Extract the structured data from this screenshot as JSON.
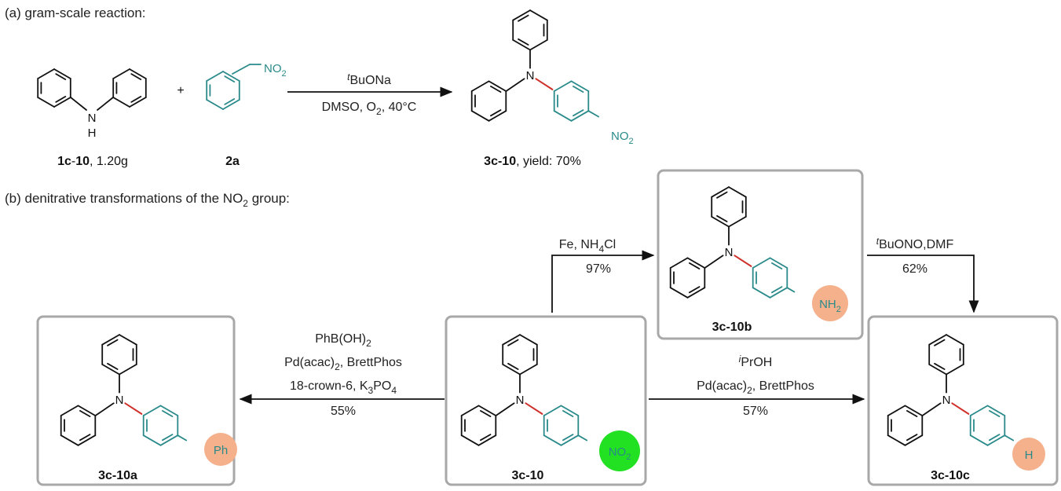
{
  "sections": {
    "a": {
      "prefix": "(a) gram-scale reaction:"
    },
    "b": {
      "prefix": "(b) denitrative transformations of the NO",
      "sub": "2",
      "suffix": " group:"
    }
  },
  "scheme_a": {
    "plus": "+",
    "amine_label": {
      "bold": "1c",
      "mid": "-",
      "bold2": "10",
      "rest": ", 1.20g"
    },
    "nitro_label": {
      "bold": "2a"
    },
    "product_label": {
      "bold": "3c-10",
      "rest": ", yield: 70%"
    },
    "reagent_sup": "t",
    "reagent": "BuONa",
    "conditions": {
      "t1": "DMSO, O",
      "s1": "2",
      "t2": ", 40°C"
    }
  },
  "scheme_b": {
    "reduction": {
      "t1": "Fe, NH",
      "s1": "4",
      "t2": "Cl",
      "yield": "97%"
    },
    "deamination": {
      "sup": "t",
      "t1": "BuONO,DMF",
      "yield": "62%"
    },
    "arylation": {
      "line1": "PhB(OH)",
      "line1_sub": "2",
      "line2": "Pd(acac)",
      "line2_sub": "2",
      "line2_rest": ", BrettPhos",
      "line3": "18-crown-6, K",
      "line3_sub": "3",
      "line3_rest": "PO",
      "line3_sub2": "4",
      "yield": "55%"
    },
    "hydrogenation": {
      "sup": "i",
      "line1": "PrOH",
      "line2": "Pd(acac)",
      "line2_sub": "2",
      "line2_rest": ", BrettPhos",
      "yield": "57%"
    }
  },
  "groups": {
    "no2": "NO",
    "no2_sub": "2",
    "nh": "N",
    "h": "H",
    "nh2": "NH",
    "nh2_sub": "2",
    "ph": "Ph"
  },
  "compounds": {
    "c10": "3c-10",
    "c10a": "3c-10a",
    "c10b": "3c-10b",
    "c10c": "3c-10c"
  },
  "colors": {
    "teal": "#2a8a8a",
    "bond": "#111111",
    "red_bond": "#d0302a",
    "box": "#a8a8a8",
    "orange_highlight": "#f5b08c",
    "green_highlight": "#22e022"
  }
}
